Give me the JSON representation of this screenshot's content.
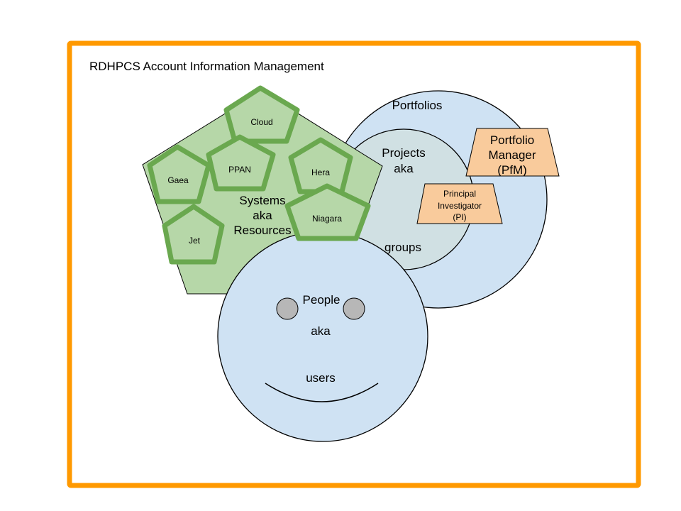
{
  "frame": {
    "title": "RDHPCS Account Information Management",
    "border_color": "#ff9900"
  },
  "colors": {
    "circle_fill": "#cfe2f3",
    "projects_fill": "#d0e0e3",
    "systems_fill": "#b6d7a8",
    "systems_stroke": "#6aa84f",
    "role_fill": "#f9cb9c",
    "eye_fill": "#b7b7b7",
    "outline": "#000000"
  },
  "portfolios": {
    "label": "Portfolios",
    "manager": {
      "line1": "Portfolio",
      "line2": "Manager",
      "line3": "(PfM)"
    }
  },
  "projects": {
    "line1": "Projects",
    "line2": "aka",
    "line3": "groups",
    "investigator": {
      "line1": "Principal",
      "line2": "Investigator",
      "line3": "(PI)"
    }
  },
  "systems": {
    "line1": "Systems",
    "line2": "aka",
    "line3": "Resources",
    "items": [
      "Cloud",
      "PPAN",
      "Gaea",
      "Hera",
      "Niagara",
      "Jet"
    ]
  },
  "people": {
    "line1": "People",
    "line2": "aka",
    "line3": "users"
  }
}
